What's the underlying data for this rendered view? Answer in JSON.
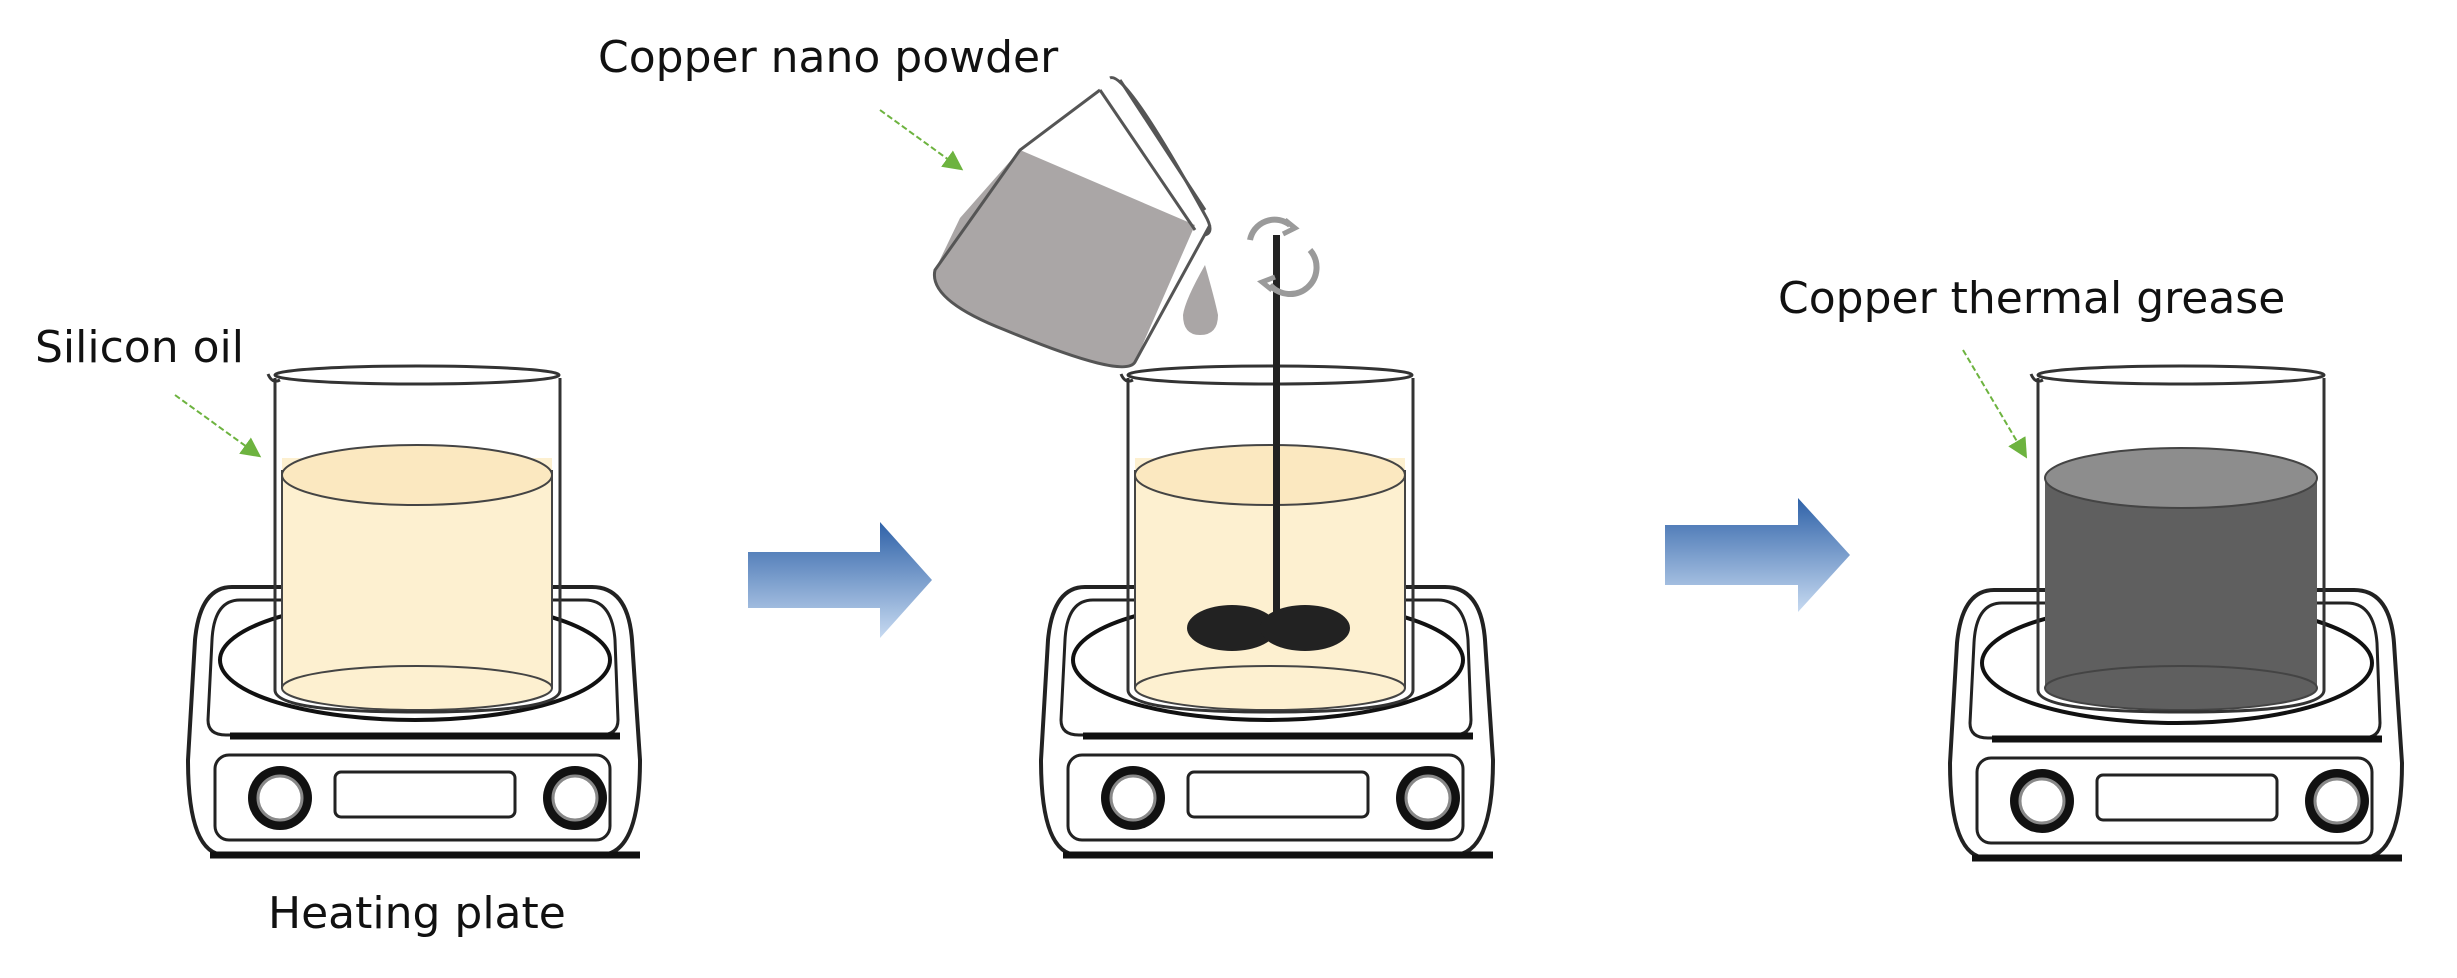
{
  "labels": {
    "silicon_oil": "Silicon oil",
    "heating_plate": "Heating plate",
    "copper_nano_powder": "Copper nano powder",
    "copper_thermal_grease": "Copper thermal grease"
  },
  "colors": {
    "oil_fill": "#fdf0d0",
    "oil_top": "#fbe8c0",
    "powder_fill": "#aaa6a6",
    "grease_fill": "#5f5f5f",
    "grease_top": "#8d8d8d",
    "arrow_dark": "#2f62a8",
    "arrow_light": "#c7daf1",
    "pointer_arrow": "#6db33f",
    "stirrer": "#222222"
  }
}
